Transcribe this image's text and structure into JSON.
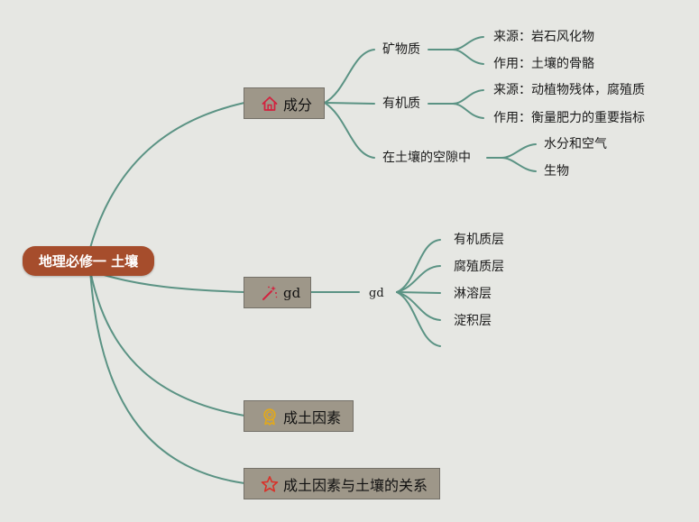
{
  "root": {
    "label": "地理必修一 土壤"
  },
  "branches": {
    "composition": {
      "label": "成分",
      "minerals": {
        "label": "矿物质",
        "source": "来源：岩石风化物",
        "role": "作用：土壤的骨骼"
      },
      "organic": {
        "label": "有机质",
        "source": "来源：动植物残体，腐殖质",
        "role": "作用：衡量肥力的重要指标"
      },
      "pores": {
        "label": "在土壤的空隙中",
        "water_air": "水分和空气",
        "organisms": "生物"
      }
    },
    "profile": {
      "label": "gd",
      "sub": {
        "label": "gd",
        "layers": [
          "有机质层",
          "腐殖质层",
          "淋溶层",
          "淀积层"
        ]
      }
    },
    "factors": {
      "label": "成土因素"
    },
    "relation": {
      "label": "成土因素与土壤的关系"
    }
  },
  "colors": {
    "background": "#e6e7e3",
    "root_fill": "#a64d2c",
    "branch_fill": "#9e9789",
    "connector": "#5b9384",
    "home_icon": "#d2233f",
    "wand_icon": "#d2233f",
    "medal_icon": "#e0a81e",
    "star_icon": "#d8322a"
  },
  "icons": {
    "composition": "home-icon",
    "profile": "magic-wand-icon",
    "factors": "medal-icon",
    "relation": "star-icon"
  }
}
